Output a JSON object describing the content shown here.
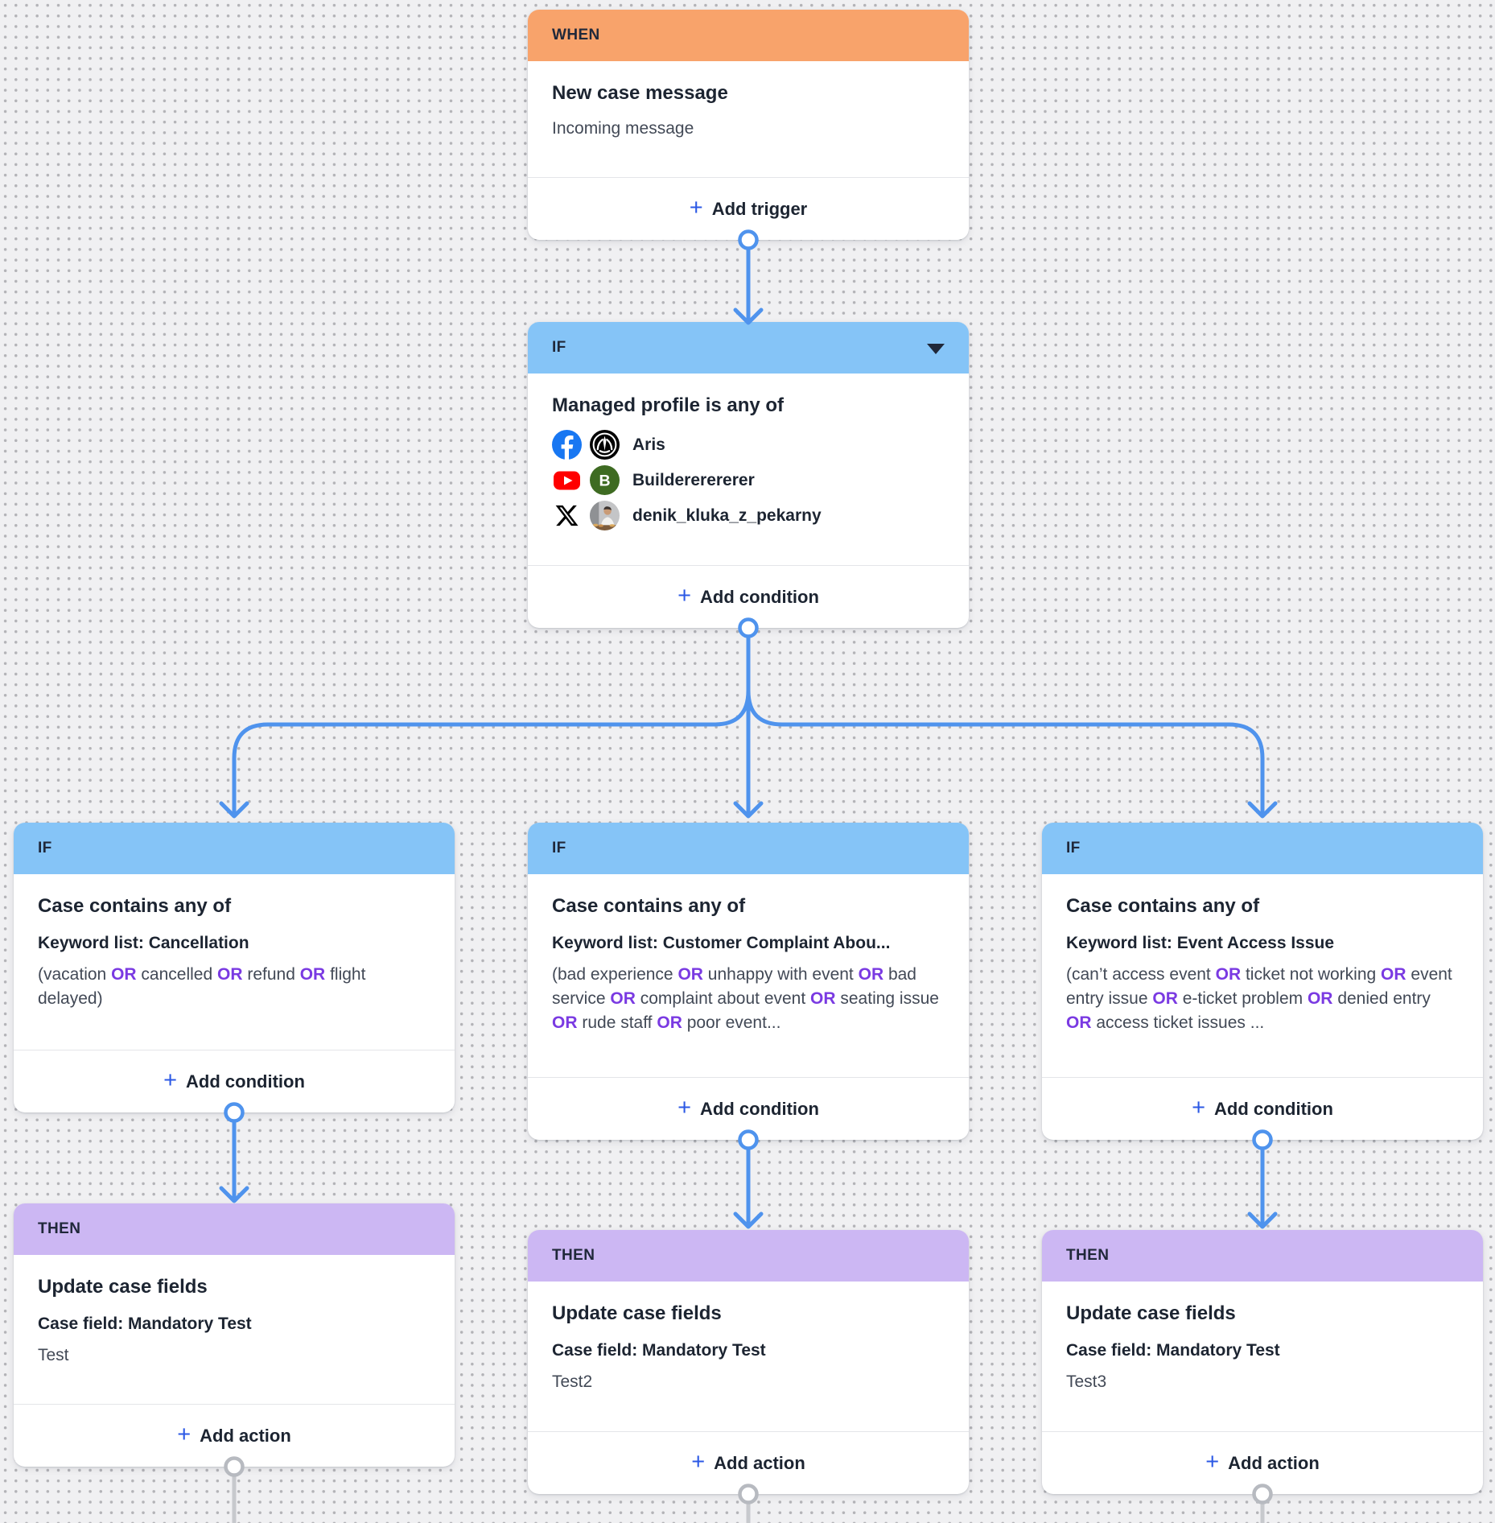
{
  "flow": {
    "plus": "+",
    "or_operator": "OR",
    "when": {
      "label": "WHEN",
      "title": "New case message",
      "subtitle": "Incoming message",
      "action": "Add trigger"
    },
    "profile_condition": {
      "label": "IF",
      "title": "Managed profile is any of",
      "action": "Add condition",
      "profiles": [
        {
          "network": "facebook",
          "name": "Aris"
        },
        {
          "network": "youtube",
          "name": "Buildererererer"
        },
        {
          "network": "x",
          "name": "denik_kluka_z_pekarny"
        }
      ]
    },
    "branches": [
      {
        "if": {
          "label": "IF",
          "title": "Case contains any of",
          "keyword_list": "Keyword list: Cancellation",
          "keywords": {
            "prefix": "(",
            "items": [
              "vacation",
              "cancelled",
              "refund",
              "flight delayed"
            ],
            "suffix": ")"
          },
          "action": "Add condition"
        },
        "then": {
          "label": "THEN",
          "title": "Update case fields",
          "field": "Case field: Mandatory Test",
          "value": "Test",
          "action": "Add action"
        }
      },
      {
        "if": {
          "label": "IF",
          "title": "Case contains any of",
          "keyword_list": "Keyword list: Customer Complaint Abou...",
          "keywords": {
            "prefix": "(",
            "items": [
              "bad experience",
              "unhappy with event",
              "bad service",
              "complaint about event",
              "seating issue",
              "rude staff",
              "poor event"
            ],
            "suffix": "..."
          },
          "action": "Add condition"
        },
        "then": {
          "label": "THEN",
          "title": "Update case fields",
          "field": "Case field: Mandatory Test",
          "value": "Test2",
          "action": "Add action"
        }
      },
      {
        "if": {
          "label": "IF",
          "title": "Case contains any of",
          "keyword_list": "Keyword list: Event Access Issue",
          "keywords": {
            "prefix": "(",
            "items": [
              "can’t access event",
              "ticket not working",
              "event entry issue",
              "e-ticket problem",
              "denied entry",
              "access ticket issues"
            ],
            "suffix": " ..."
          },
          "action": "Add condition"
        },
        "then": {
          "label": "THEN",
          "title": "Update case fields",
          "field": "Case field: Mandatory Test",
          "value": "Test3",
          "action": "Add action"
        }
      }
    ]
  },
  "colors": {
    "when_header": "#f8a36b",
    "if_header": "#85c4f7",
    "then_header": "#ccb7f3",
    "connector": "#4f93ed",
    "or_keyword": "#7a3ae2",
    "action_plus": "#2c59e5"
  }
}
